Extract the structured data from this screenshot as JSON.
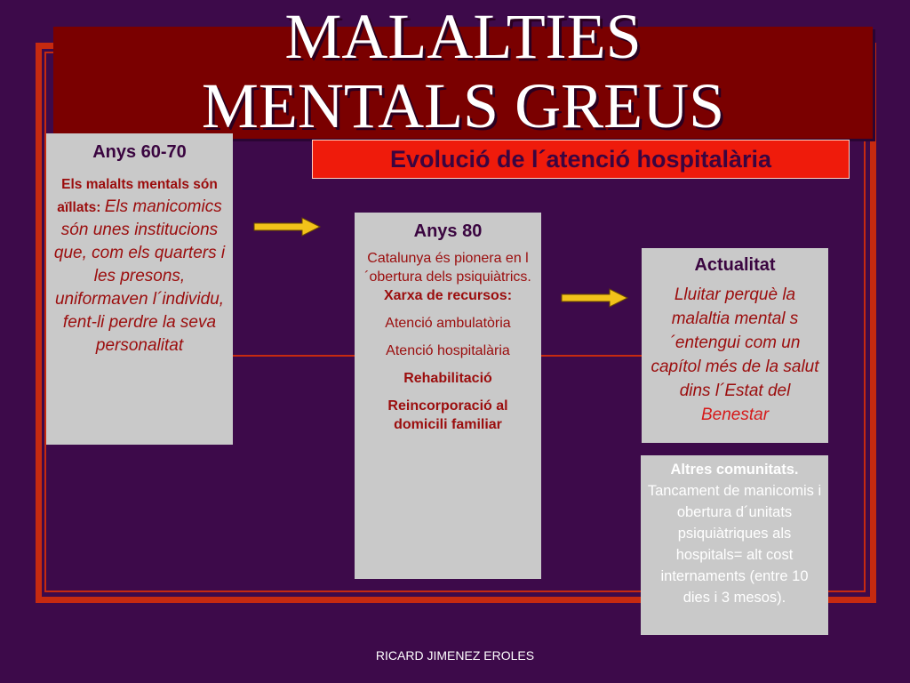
{
  "title": {
    "line1": "MALALTIES",
    "line2": "MENTALS GREUS"
  },
  "subtitle": "Evolució de l´atenció hospitalària",
  "box1": {
    "heading": "Anys 60-70",
    "bold_text": "Els malalts mentals són aïllats:",
    "italic_text": "Els manicomics són unes institucions que, com els quarters i les presons, uniformaven l´individu, fent-li perdre la seva personalitat"
  },
  "box2": {
    "heading": "Anys 80",
    "intro": "Catalunya és pionera en l´obertura dels psiquiàtrics.",
    "resources_label": "Xarxa de recursos:",
    "items": [
      "Atenció ambulatòria",
      "Atenció hospitalària",
      "Rehabilitació",
      "Reincorporació al domicili familiar"
    ]
  },
  "box3": {
    "heading": "Actualitat",
    "text": "Lluitar perquè la malaltia mental s´entengui com un capítol més de la salut dins l´Estat del",
    "text_tail": "Benestar"
  },
  "box4": {
    "bold_text": "Altres comunitats.",
    "text": "Tancament de manicomis i obertura d´unitats psiquiàtriques als hospitals= alt cost internaments (entre 10 dies i 3 mesos)."
  },
  "footer": "RICARD JIMENEZ EROLES",
  "colors": {
    "background": "#3d0a4a",
    "frame": "#c62a10",
    "title_bar": "#7a0000",
    "subtitle_bar": "#ef1b0b",
    "box": "#c9c9c9",
    "accent_text": "#9b0d0d",
    "arrow": "#f2c21a"
  },
  "icons": [
    "right-arrow-icon",
    "right-arrow-icon"
  ]
}
